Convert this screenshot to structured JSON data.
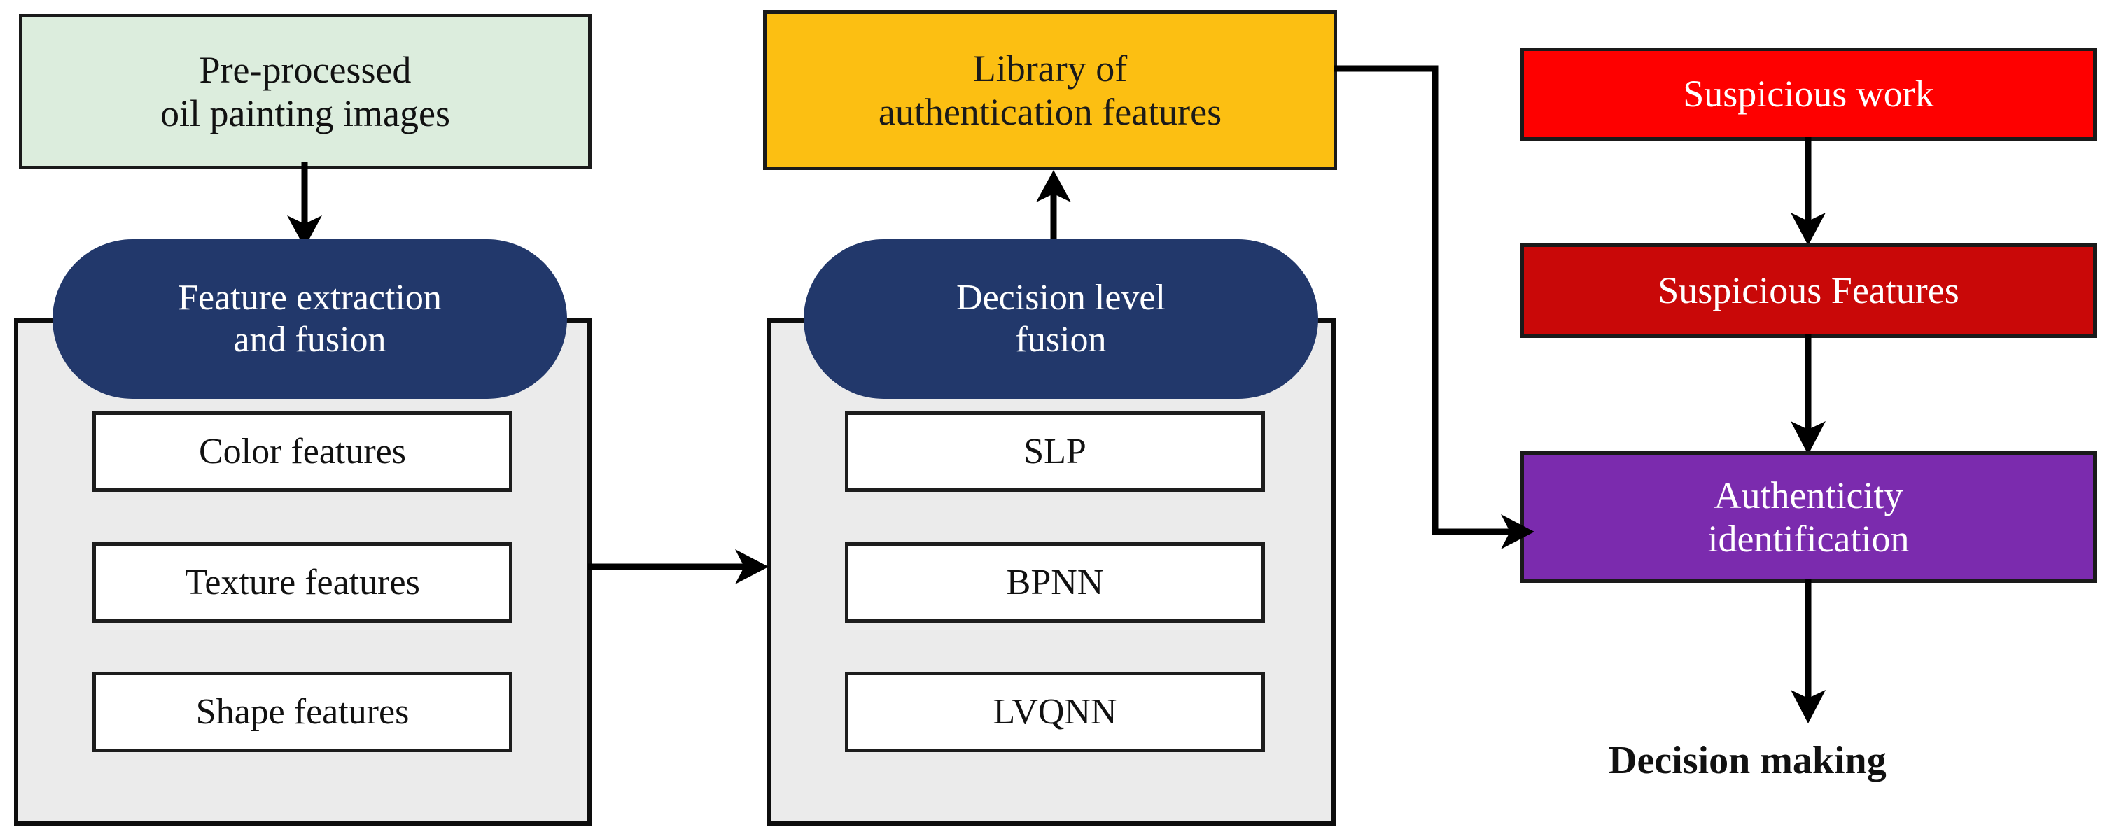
{
  "diagram": {
    "title": "Oil painting authentication pipeline flowchart",
    "colors": {
      "green": "#DCEDDD",
      "yellow": "#FCBF12",
      "navy": "#22386B",
      "red_bright": "#FE0000",
      "red_dark": "#C90808",
      "purple": "#7B2BAE",
      "group_grey": "#EBEBEB",
      "outline": "#1A1A1A",
      "arrow": "#000000"
    }
  },
  "left_column": {
    "source_box": {
      "line1": "Pre-processed",
      "line2": "oil painting images"
    },
    "stage_box": {
      "line1": "Feature extraction",
      "line2": "and fusion"
    },
    "features": [
      {
        "label": "Color features"
      },
      {
        "label": "Texture features"
      },
      {
        "label": "Shape features"
      }
    ]
  },
  "middle_column": {
    "library_box": {
      "line1": "Library of",
      "line2": "authentication features"
    },
    "stage_box": {
      "line1": "Decision level",
      "line2": "fusion"
    },
    "classifiers": [
      {
        "label": "SLP"
      },
      {
        "label": "BPNN"
      },
      {
        "label": "LVQNN"
      }
    ]
  },
  "right_column": {
    "suspicious_work": "Suspicious work",
    "suspicious_features": "Suspicious Features",
    "authenticity": {
      "line1": "Authenticity",
      "line2": "identification"
    },
    "decision": "Decision making"
  },
  "connectors": {
    "source_to_stage": "arrow-down",
    "left_group_to_middle_group": "arrow-right",
    "fusion_to_library": "arrow-up",
    "library_to_authenticity": "elbow-arrow-right",
    "work_to_features": "arrow-down",
    "features_to_authenticity": "arrow-down",
    "authenticity_to_decision": "arrow-down"
  }
}
